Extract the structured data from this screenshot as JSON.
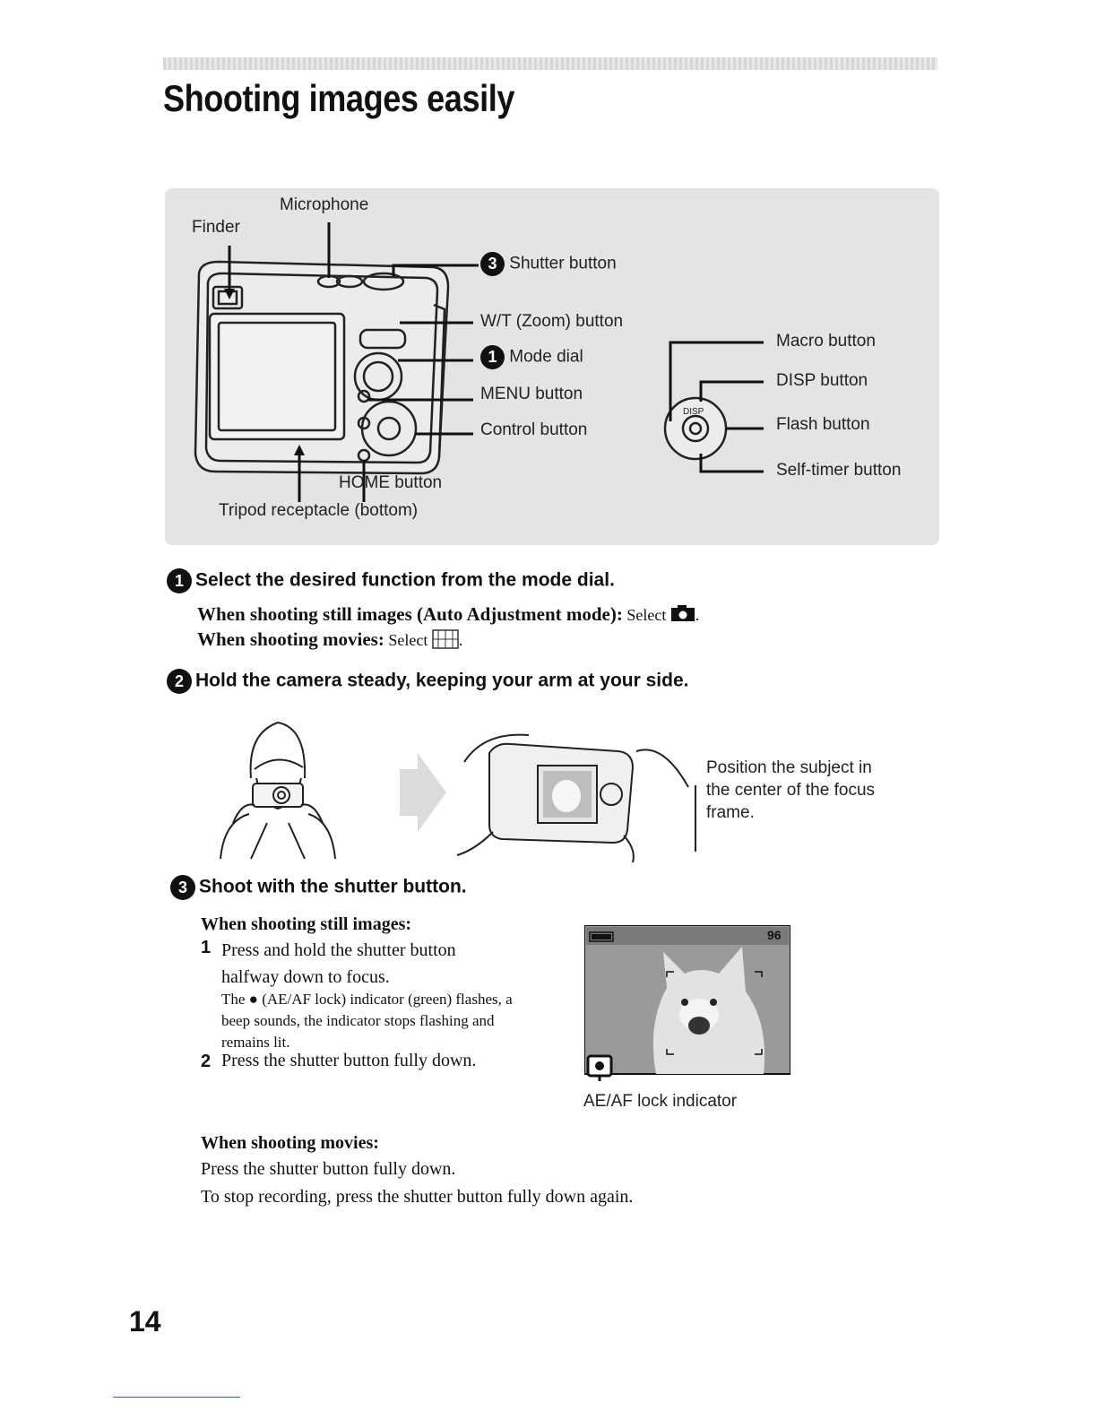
{
  "page": {
    "title": "Shooting images easily",
    "page_number": "14"
  },
  "diagram": {
    "labels": {
      "microphone": "Microphone",
      "finder": "Finder",
      "shutter_num": "3",
      "shutter": "Shutter button",
      "wt_zoom": "W/T (Zoom) button",
      "mode_num": "1",
      "mode_dial": "Mode dial",
      "menu": "MENU button",
      "control": "Control button",
      "home": "HOME button",
      "tripod": "Tripod receptacle (bottom)",
      "macro": "Macro button",
      "disp": "DISP button",
      "flash": "Flash button",
      "self_timer": "Self-timer button",
      "disp_small": "DISP"
    }
  },
  "steps": {
    "step1": {
      "num": "1",
      "heading": "Select the desired function from the mode dial.",
      "line1_bold": "When shooting still images (Auto Adjustment mode):",
      "line1_rest": " Select ",
      "line1_end": ".",
      "line2_bold": "When shooting movies:",
      "line2_rest": " Select ",
      "line2_end": "."
    },
    "step2": {
      "num": "2",
      "heading": "Hold the camera steady, keeping your arm at your side.",
      "caption": "Position the subject in the center of the focus frame."
    },
    "step3": {
      "num": "3",
      "heading": "Shoot with the shutter button.",
      "still_heading": "When shooting still images:",
      "item1_num": "1",
      "item1_text": "Press and hold the shutter button halfway down to focus.",
      "item1_note": "The ● (AE/AF lock) indicator (green) flashes, a beep sounds, the indicator stops flashing and remains lit.",
      "item2_num": "2",
      "item2_text": "Press the shutter button fully down.",
      "lcd_count": "96",
      "aeaf_label": "AE/AF lock indicator",
      "movie_heading": "When shooting movies:",
      "movie_line1": "Press the shutter button fully down.",
      "movie_line2": "To stop recording, press the shutter button fully down again."
    }
  }
}
